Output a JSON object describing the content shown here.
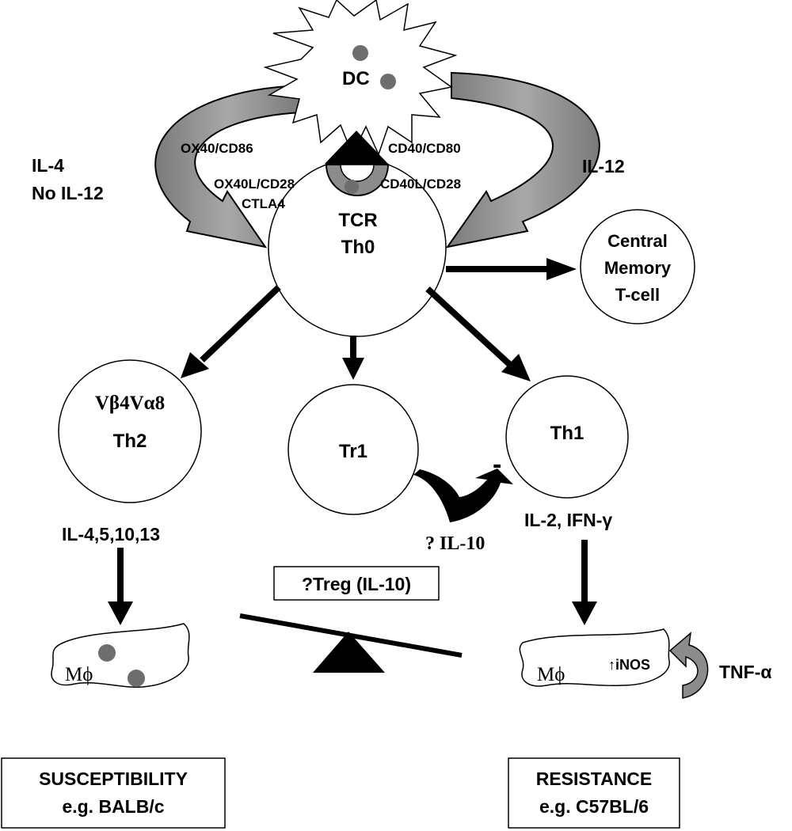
{
  "cells": {
    "dc": "DC",
    "tcr": "TCR",
    "th0": "Th0",
    "memory_line1": "Central",
    "memory_line2": "Memory",
    "memory_line3": "T-cell",
    "th2_tcr": "Vβ4Vα8",
    "th2": "Th2",
    "tr1": "Tr1",
    "th1": "Th1",
    "macrophage_left": "Mϕ",
    "macrophage_right": "Mϕ"
  },
  "costim": {
    "left_top": "OX40/CD86",
    "left_mid": "OX40L/CD28",
    "left_bottom": "CTLA4",
    "right_top": "CD40/CD80",
    "right_mid": "CD40L/CD28"
  },
  "signals": {
    "left_line1": "IL-4",
    "left_line2": "No IL-12",
    "right": "IL-12"
  },
  "cytokines": {
    "th2": "IL-4,5,10,13",
    "th1": "IL-2, IFN-γ",
    "tr1": "? IL-10",
    "inhibition": "-",
    "inos": "↑iNOS",
    "tnf": "TNF-α"
  },
  "treg_box": "?Treg (IL-10)",
  "outcomes": {
    "left_line1": "SUSCEPTIBILITY",
    "left_line2": "e.g. BALB/c",
    "right_line1": "RESISTANCE",
    "right_line2": "e.g. C57BL/6"
  },
  "colors": {
    "arrow_fill": "#8c8c8c",
    "dot": "#6e6e6e",
    "line": "#000000"
  }
}
